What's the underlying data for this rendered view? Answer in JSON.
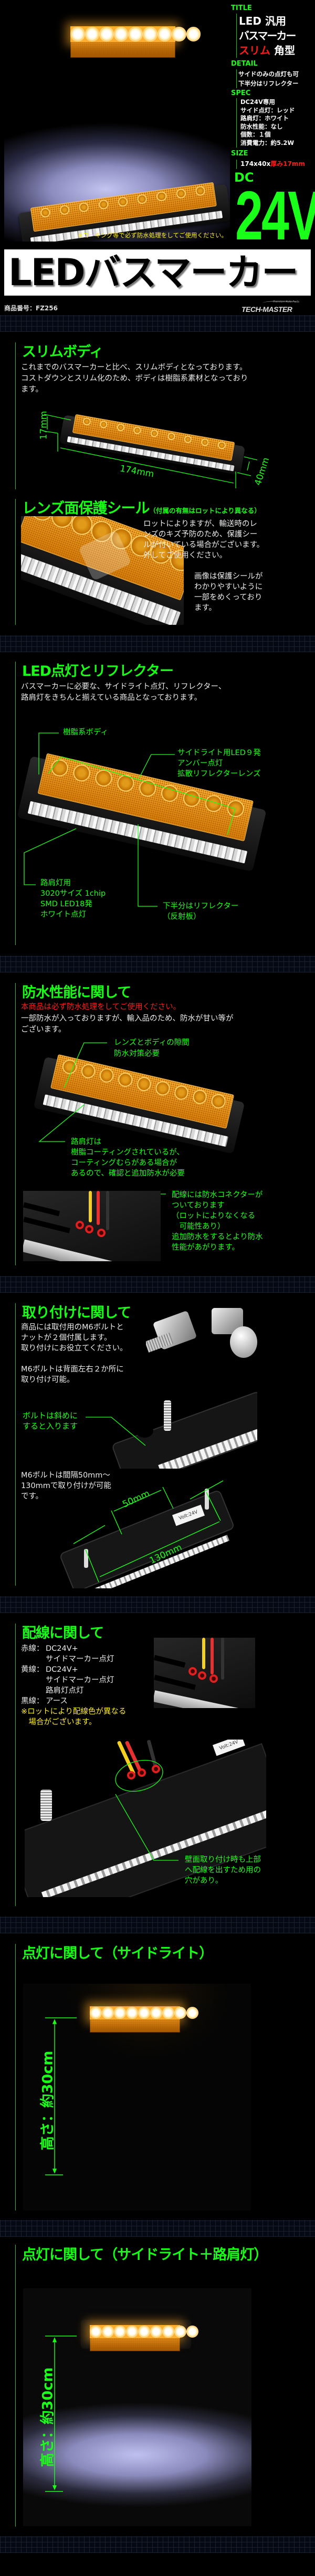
{
  "colors": {
    "accent_green": "#19ff19",
    "warning_red": "#ff1a1a",
    "note_yellow": "#ffee22",
    "background": "#000000"
  },
  "hero": {
    "caption": "※コーキング等で必ず防水処理をしてご使用ください。",
    "spec": {
      "title_label": "TITLE",
      "title_lines": [
        "LED 汎用",
        "バスマーカー"
      ],
      "title_red": "スリム",
      "title_suffix": " 角型",
      "detail_label": "DETAIL",
      "detail_lines": [
        "サイドのみの点灯も可",
        "下半分はリフレクター"
      ],
      "spec_label": "SPEC",
      "spec_lines": [
        "DC24V専用",
        "サイド点灯：レッド",
        "路肩灯：ホワイト",
        "防水性能：なし",
        "個数：１個",
        "消費電力：約5.2W"
      ],
      "size_label": "SIZE",
      "size_value": "174x40x",
      "size_red": "厚み17mm",
      "voltage_prefix": "DC",
      "voltage": "24V"
    }
  },
  "banner": {
    "title": "LEDバスマーカー"
  },
  "product": {
    "number": "商品番号：FZ256",
    "logo": "TECH-MASTER",
    "logo_tagline": "Premium Auto Parts"
  },
  "slim": {
    "heading": "スリムボディ",
    "body": [
      "これまでのバスマーカーと比べ、スリムボディとなっております。",
      "コストダウンとスリム化のため、ボディは樹脂系素材となっており",
      "ます。"
    ],
    "dims": {
      "thickness": "17mm",
      "length": "174mm",
      "width": "40mm"
    }
  },
  "lens": {
    "heading": "レンズ面保護シール",
    "heading_note": "（付属の有無はロットにより異なる）",
    "body": [
      "ロットによりますが、輸送時のレ",
      "ンズのキズ予防のため、保護シー",
      "ルが付いている場合がございます。",
      "外してご使用ください。"
    ],
    "note": [
      "画像は保護シールが",
      "わかりやすいように",
      "一部をめくっており",
      "ます。"
    ]
  },
  "led": {
    "heading": "LED点灯とリフレクター",
    "body": [
      "バスマーカーに必要な、サイドライト点灯、リフレクター、",
      "路肩灯をきちんと揃えている商品となっております。"
    ],
    "callout_body": "樹脂系ボディ",
    "callout_side": [
      "サイドライト用LED９発",
      "アンバー点灯",
      "拡散リフレクターレンズ"
    ],
    "callout_road": [
      "路肩灯用",
      "3020サイズ 1chip",
      "SMD LED18発",
      "ホワイト点灯"
    ],
    "callout_reflector": [
      "下半分はリフレクター",
      "（反射板）"
    ]
  },
  "waterproof": {
    "heading": "防水性能に関して",
    "warning": "本商品は必ず防水処理をしてご使用ください。",
    "body": [
      "一部防水が入っておりますが、輸入品のため、防水が甘い等が",
      "ございます。"
    ],
    "callout_gap": [
      "レンズとボディの隙間",
      "防水対策必要"
    ],
    "callout_road": [
      "路肩灯は",
      "樹脂コーティングされているが、",
      "コーティングむらがある場合が",
      "あるので、確認と追加防水が必要"
    ],
    "callout_connector": [
      "配線には防水コネクターが",
      "ついております",
      "（ロットによりなくなる",
      "　可能性あり）",
      "追加防水をするとより防水",
      "性能があがります。"
    ]
  },
  "mount": {
    "heading": "取り付けに関して",
    "body1": [
      "商品には取付用のM6ボルトと",
      "ナットが２個付属します。",
      "取り付けにお役立てください。"
    ],
    "body2": [
      "M6ボルトは背面左右２か所に",
      "取り付け可能。"
    ],
    "callout_bolt": [
      "ボルトは斜めに",
      "すると入ります"
    ],
    "body3": [
      "M6ボルトは間隔50mm～",
      "130mmで取り付けが可能",
      "です。"
    ],
    "dims": {
      "min": "50mm",
      "max": "130mm"
    },
    "sticker": "Volt:24V"
  },
  "wiring": {
    "heading": "配線に関して",
    "rows": [
      {
        "label": "赤線：",
        "values": [
          "DC24V+",
          "サイドマーカー点灯"
        ]
      },
      {
        "label": "黄線：",
        "values": [
          "DC24V+",
          "サイドマーカー点灯",
          "路肩灯点灯"
        ]
      },
      {
        "label": "黒線：",
        "values": [
          "アース"
        ]
      }
    ],
    "note": [
      "※ロットにより配線色が異なる",
      "　場合がございます。"
    ],
    "callout_hole": [
      "壁面取り付け時も上部",
      "へ配線を出すため用の",
      "穴があり。"
    ]
  },
  "side_light": {
    "heading": "点灯に関して（サイドライト）",
    "height": "高さ：約30cm"
  },
  "both_lights": {
    "heading": "点灯に関して（サイドライト＋路肩灯）",
    "height": "高さ：約30cm"
  }
}
